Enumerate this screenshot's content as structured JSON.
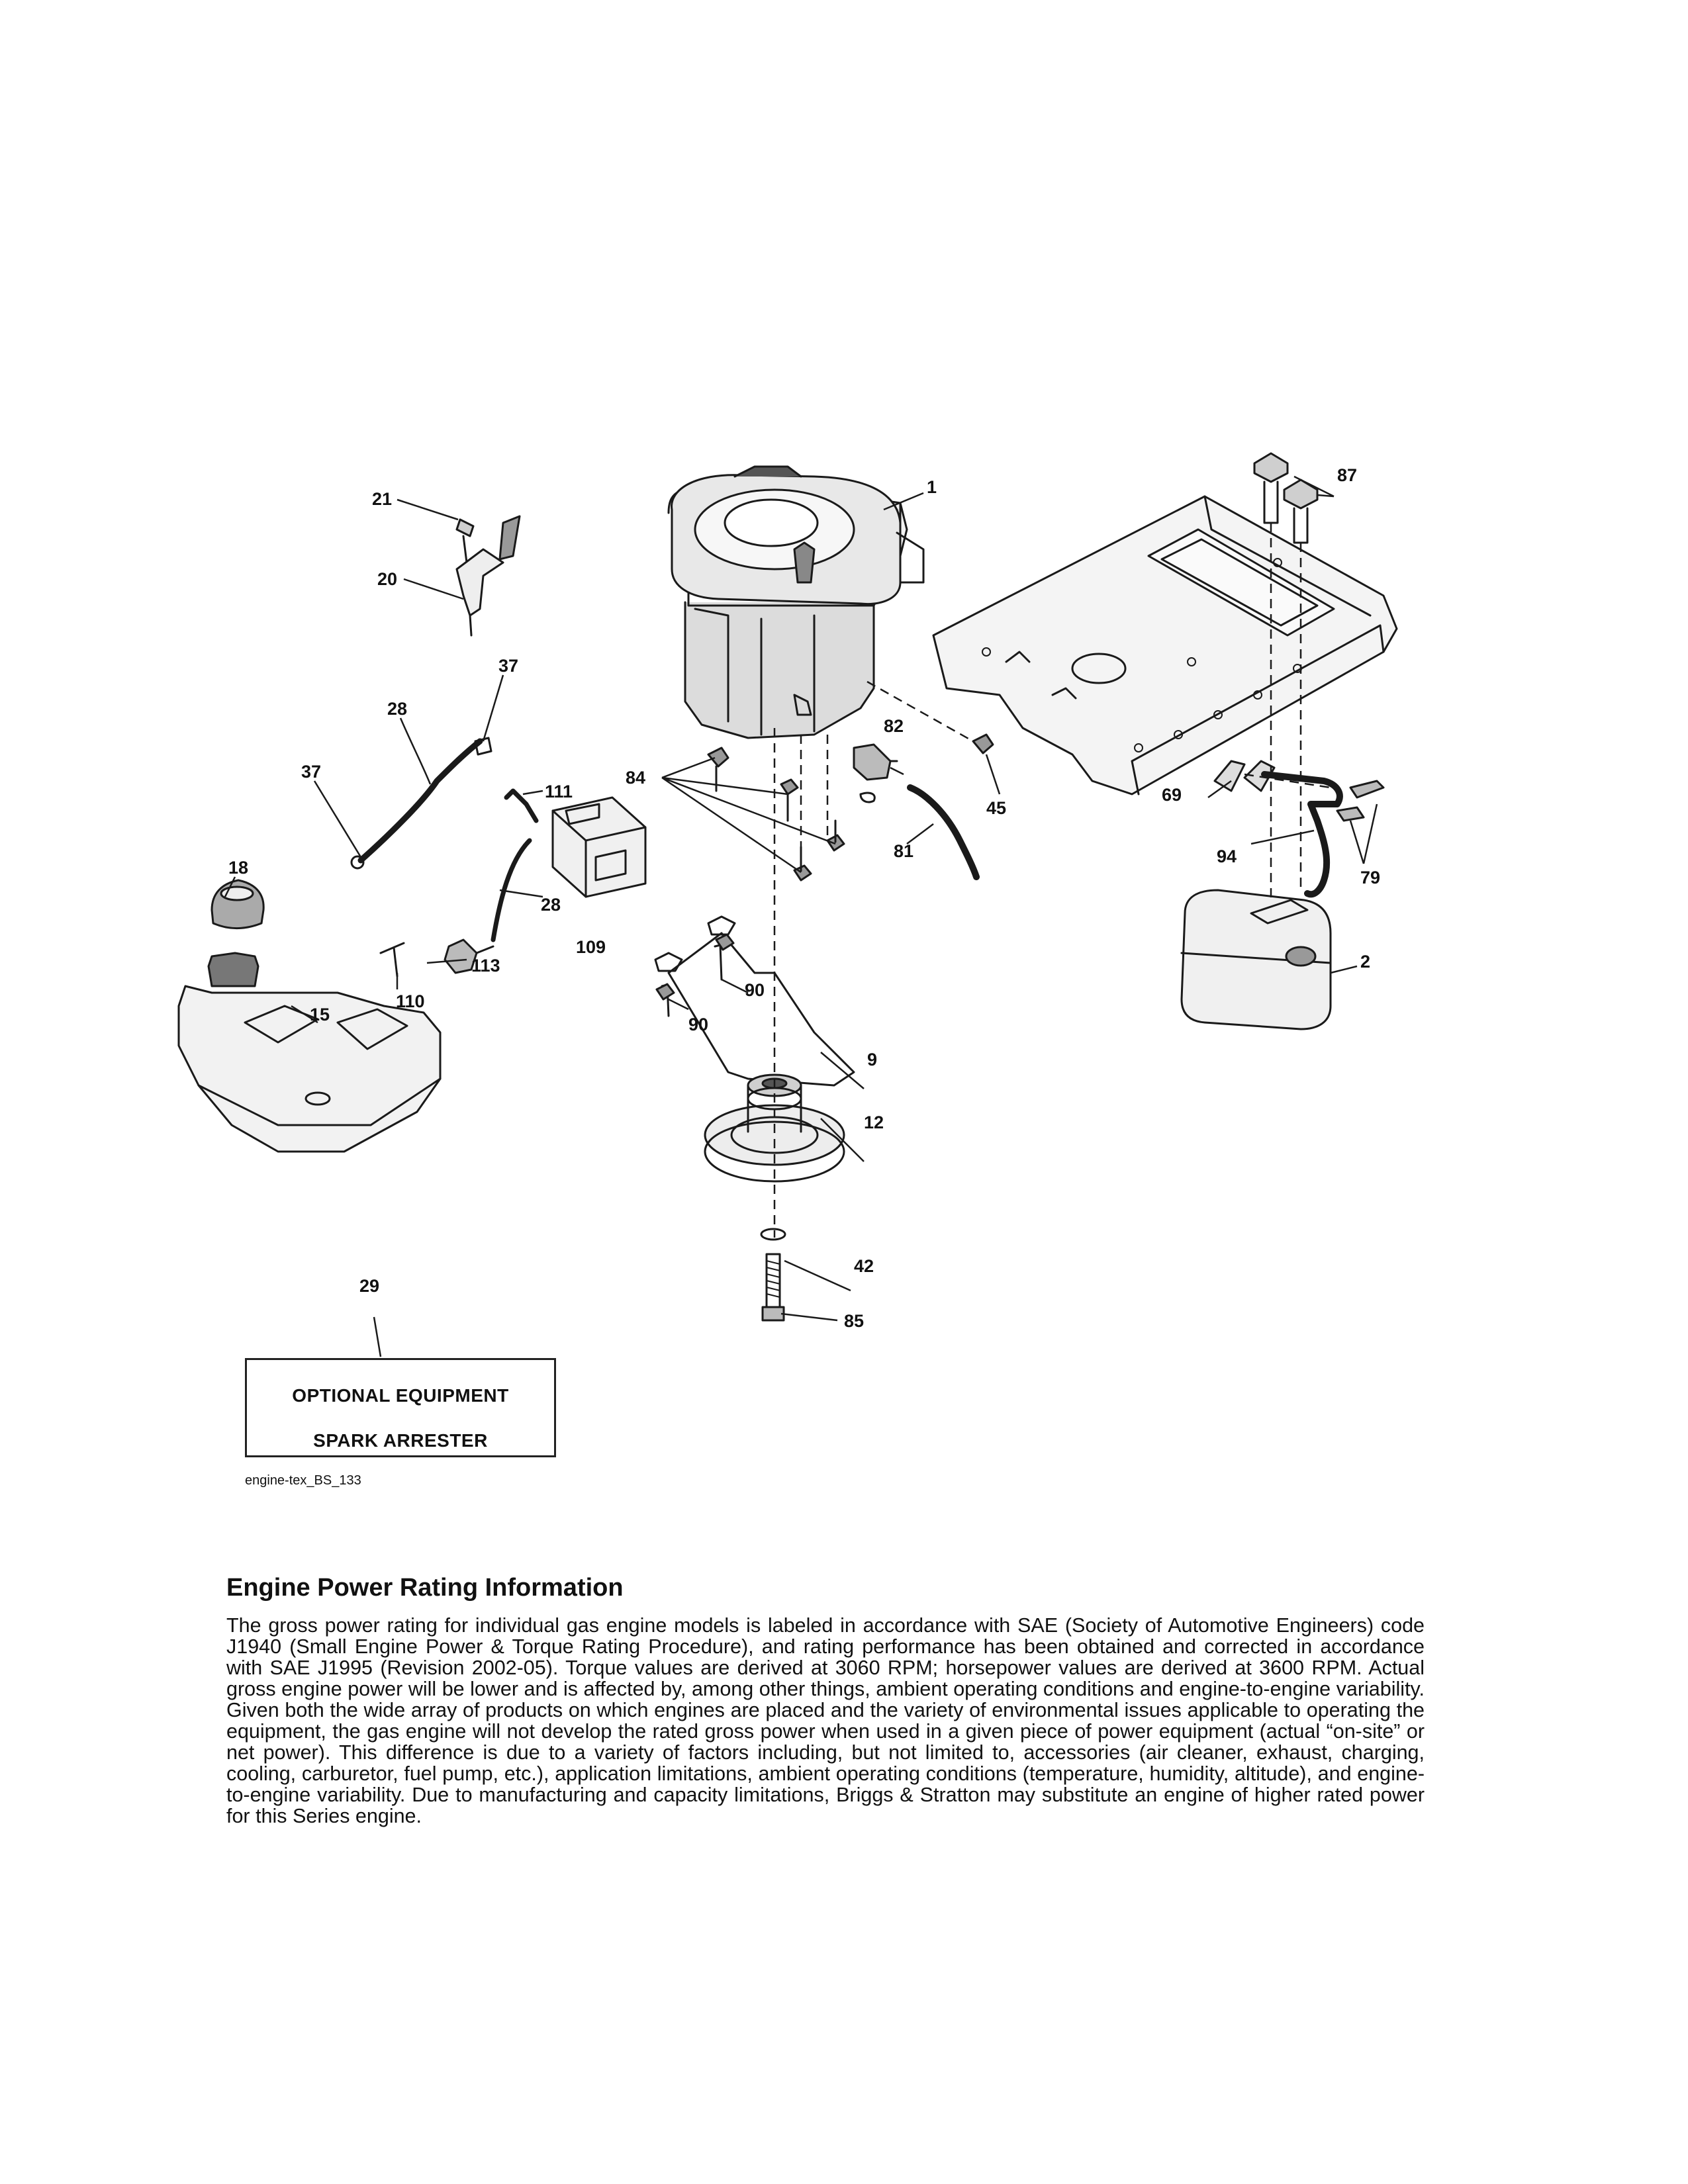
{
  "callouts": [
    "1",
    "2",
    "9",
    "12",
    "15",
    "18",
    "20",
    "21",
    "28",
    "28",
    "29",
    "37",
    "37",
    "42",
    "45",
    "69",
    "79",
    "81",
    "82",
    "84",
    "85",
    "87",
    "90",
    "90",
    "94",
    "109",
    "110",
    "111",
    "113"
  ],
  "optional_box": {
    "line1": "OPTIONAL EQUIPMENT",
    "line2": "SPARK ARRESTER"
  },
  "figure_code": "engine-tex_BS_133",
  "info": {
    "title": "Engine Power Rating Information",
    "body": "The gross power rating for individual gas engine models is labeled in accordance with SAE (Society of Automotive Engineers) code J1940 (Small Engine Power & Torque Rating Procedure), and rating performance has been obtained and corrected in accordance with SAE J1995 (Revision 2002-05). Torque values are derived at 3060 RPM; horsepower values are derived at 3600 RPM. Actual gross engine power will be lower and is affected by, among other things, ambient operating conditions and engine-to-engine variability. Given both the wide array of products on which engines are placed and the variety of environmental issues applicable to operating the equipment, the gas engine will not develop the rated gross power when used in a given piece of power equipment (actual “on-site” or net power). This difference is due to a variety of factors including, but not limited to, accessories (air cleaner, exhaust, charging, cooling, carburetor, fuel pump, etc.), application limitations, ambient operating conditions (temperature, humidity, altitude), and engine-to-engine variability. Due to manufacturing and capacity limitations, Briggs & Stratton may substitute an engine of higher rated power for this Series engine."
  }
}
